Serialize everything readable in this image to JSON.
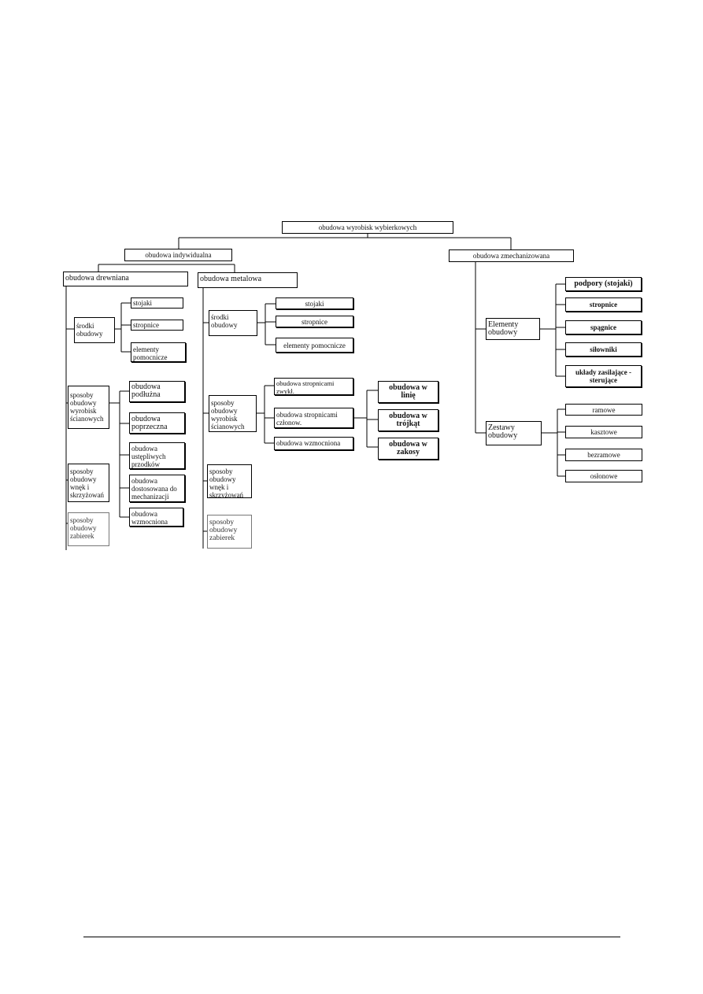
{
  "root": "obudowa wyrobisk wybierkowych",
  "individual": {
    "label": "obudowa indywidualna",
    "wood": {
      "label": "obudowa drewniana",
      "means": {
        "label": "środki obudowy",
        "items": [
          "stojaki",
          "stropnice",
          "elementy pomocnicze"
        ]
      },
      "methods_walls": {
        "label": "sposoby obudowy wyrobisk ścianowych",
        "items": [
          "obudowa podłużna",
          "obudowa poprzeczna",
          "obudowa ustępliwych przodków",
          "obudowa dostosowana do mechanizacji",
          "obudowa wzmocniona"
        ]
      },
      "methods_niches": "sposoby obudowy wnęk i skrzyżowań",
      "methods_cuts": "sposoby obudowy zabierek"
    },
    "metal": {
      "label": "obudowa metalowa",
      "means": {
        "label": "środki obudowy",
        "items": [
          "stojaki",
          "stropnice",
          "elementy pomocnicze"
        ]
      },
      "methods_walls": {
        "label": "sposoby obudowy wyrobisk ścianowych",
        "items": [
          "obudowa stropnicami zwykł.",
          "obudowa stropnicami członow.",
          "obudowa wzmocniona"
        ],
        "subitems": [
          "obudowa w linię",
          "obudowa w trójkąt",
          "obudowa w zakosy"
        ]
      },
      "methods_niches": "sposoby obudowy wnęk i skrzyżowań",
      "methods_cuts": "sposoby obudowy zabierek"
    }
  },
  "mechanized": {
    "label": "obudowa zmechanizowana",
    "elements": {
      "label": "Elementy obudowy",
      "items": [
        "podpory (stojaki)",
        "stropnice",
        "spągnice",
        "siłowniki",
        "układy zasilające - sterujące"
      ]
    },
    "sets": {
      "label": "Zestawy obudowy",
      "items": [
        "ramowe",
        "kasztowe",
        "bezramowe",
        "osłonowe"
      ]
    }
  }
}
